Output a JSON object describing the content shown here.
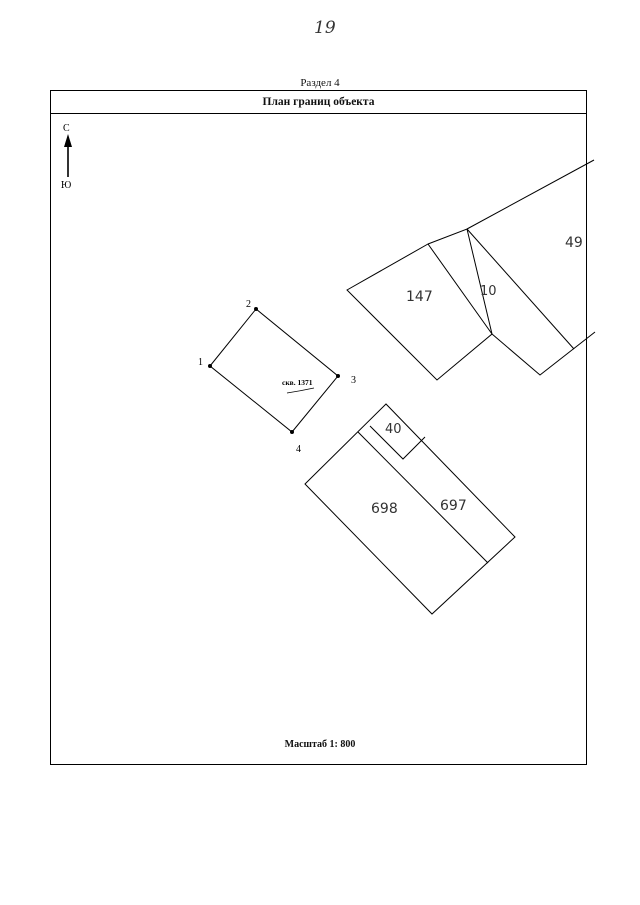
{
  "page": {
    "number": "19"
  },
  "section": {
    "label": "Раздел 4"
  },
  "frame": {
    "title": "План границ объекта"
  },
  "compass": {
    "north": "С",
    "south": "Ю"
  },
  "object": {
    "point_labels": [
      "1",
      "2",
      "3",
      "4"
    ],
    "well_label": "скв. 1371"
  },
  "parcels": {
    "p147": "147",
    "p10": "10",
    "p49": "49",
    "p40": "40",
    "p698": "698",
    "p697": "697"
  },
  "scale": {
    "label": "Масштаб 1: 800"
  }
}
